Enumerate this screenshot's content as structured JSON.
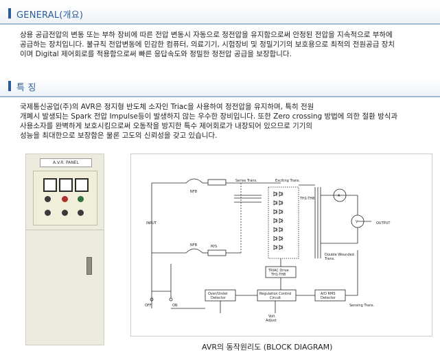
{
  "general": {
    "title": "GENERAL(개요)",
    "lines": [
      "상용 공급전압의 변동 또는 부하 장비에 따른 전압 변동시 자동으로 정전압을 유지함으로써 안정된 전압을 지속적으로 부하에",
      "공급하는 장치입니다. 불규칙 전압변동에 민감한 컴퓨터, 의료기기, 시험장비 및 정밀기기의 보호용으로 최적의 전원공급 장치",
      "이며 Digital 제어회로를 적용함으로써 빠른 응답속도와 정밀한 정전압 공급을 보장합니다."
    ]
  },
  "features": {
    "title": "특 징",
    "lines": [
      "국제통신공업(주)의 AVR은 정지형 반도체 소자인 Triac을 사용하여 정전압을 유지하며, 특히 전원",
      "개폐시 발생되는 Spark 전압 Impulse등이 발생하지 않는 우수한 장비입니다. 또한 Zero crossing 방법에 의한 절환 방식과",
      "사용소자를 완벽하게 보호시킴으로써 오동작을 방지한 특수 제어회로가 내장되어 있으므로 기기의",
      "성능을 최대한으로 보장함은 물론 고도의 신뢰성을 갖고 있습니다."
    ]
  },
  "panel": {
    "plate_label": "A.V.R. PANEL"
  },
  "diagram": {
    "labels": {
      "input": "INPUT",
      "output": "OUTPUT",
      "nfb_top": "NFB",
      "nfb_bottom": "NFB",
      "ms": "M/S",
      "series_trans": "Series Trans.",
      "exciting_trans": "Exciting Trans.",
      "th": "TH1-TH8",
      "double_wounded": "Double Wounded",
      "trans": "Trans.",
      "ammeter": "A",
      "voltmeter": "V",
      "triac_drive": "TRIAC Drive",
      "triac_th": "TH1-TH8",
      "over_under": "Over/Under",
      "detector": "Detector",
      "regulation": "Regulation Control",
      "circuit": "Circuit",
      "ad_rms": "A/D RMS",
      "ad_detector": "Detector",
      "sensing_trans": "Sensing Trans.",
      "volt": "Volt.",
      "adjust": "Adjust",
      "off": "OFF",
      "on": "ON"
    },
    "caption": "AVR의 동작원리도 (BLOCK DIAGRAM)"
  },
  "colors": {
    "accent": "#2a5d98",
    "header_line": "#9fb9d3"
  }
}
